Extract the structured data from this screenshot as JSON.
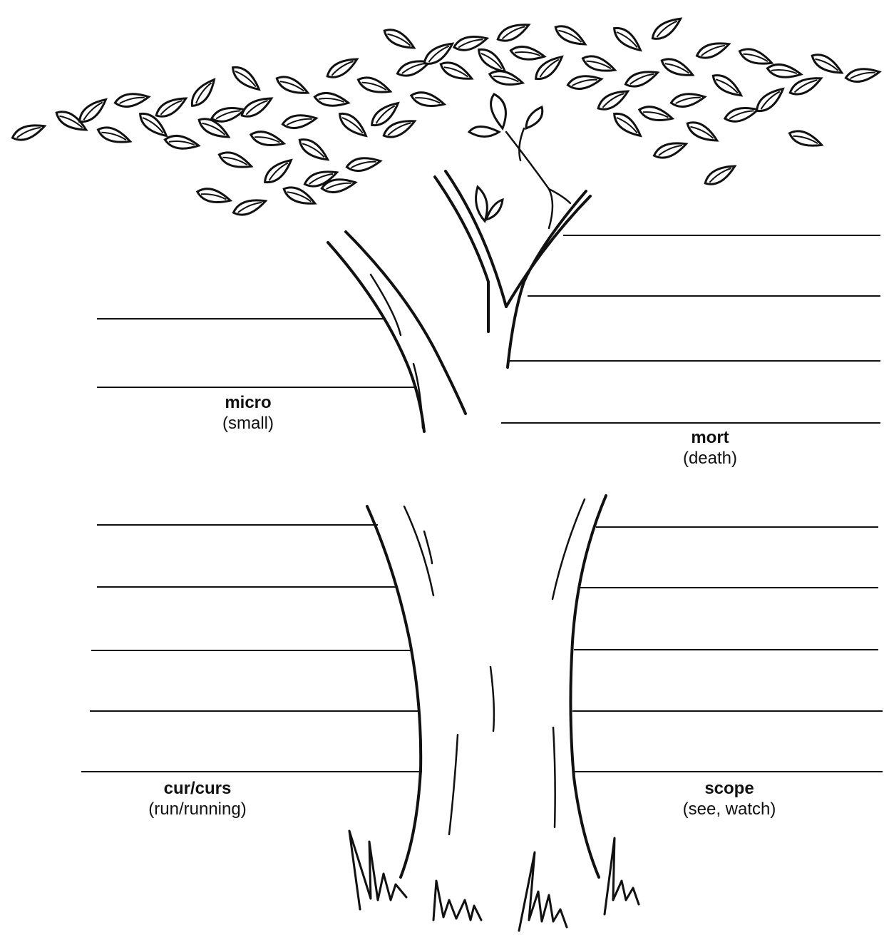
{
  "worksheet": {
    "roots": [
      {
        "id": "micro",
        "word": "micro",
        "meaning": "(small)",
        "blank_lines": 2,
        "side": "left"
      },
      {
        "id": "mort",
        "word": "mort",
        "meaning": "(death)",
        "blank_lines": 4,
        "side": "right"
      },
      {
        "id": "cur",
        "word": "cur/curs",
        "meaning": "(run/running)",
        "blank_lines": 5,
        "side": "left"
      },
      {
        "id": "scope",
        "word": "scope",
        "meaning": "(see, watch)",
        "blank_lines": 5,
        "side": "right"
      }
    ],
    "illustration": "tree-with-leaves",
    "colors": {
      "ink": "#111111",
      "paper": "#ffffff"
    }
  }
}
